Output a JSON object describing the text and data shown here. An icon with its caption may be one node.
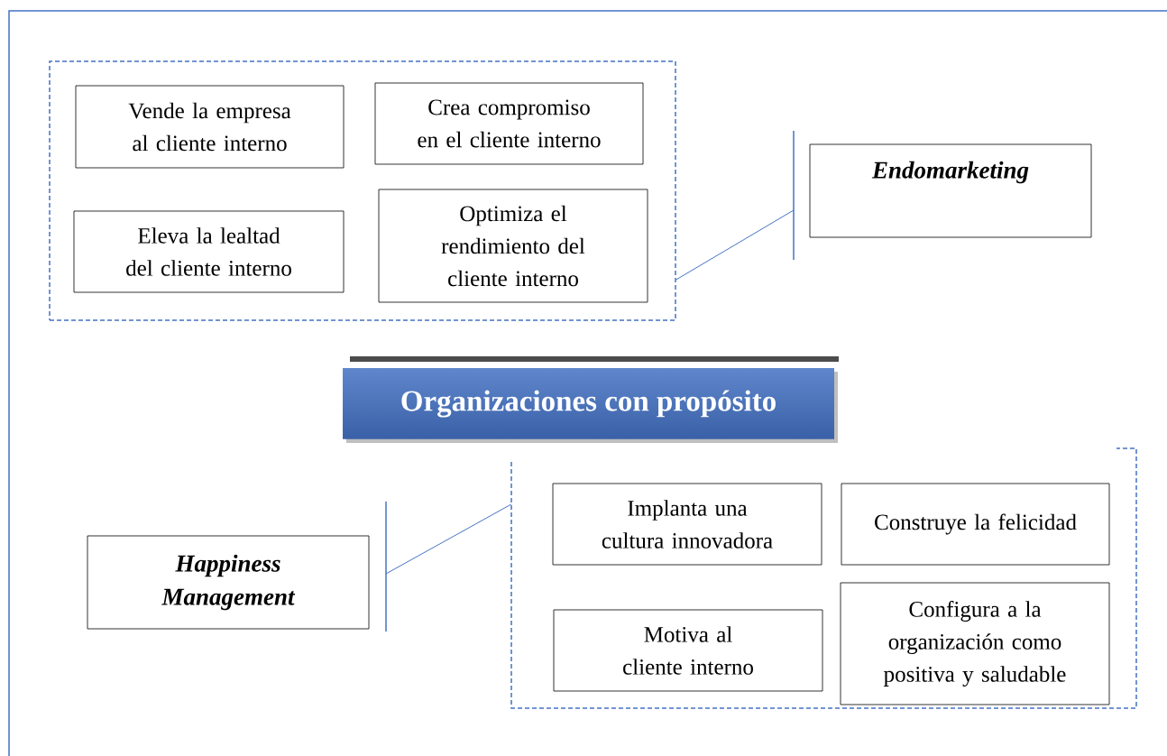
{
  "diagram": {
    "nodes": [
      {
        "text": [],
        "shape": "box"
      },
      {
        "text": [
          "Vende la empresa al cliente interno"
        ],
        "in": 0
      },
      {
        "text": [
          "Crea compromiso en el cliente interno"
        ],
        "in": 0
      },
      {
        "text": [
          "Eleva la lealtad del cliente interno"
        ],
        "in": 0
      },
      {
        "text": [
          "Optimiza el rendimiento del cliente interno"
        ],
        "in": 0
      },
      {
        "text": [],
        "shape": "bar"
      },
      {
        "text": [
          "Endomarketing"
        ]
      },
      {
        "text": [
          "Organizaciones con propósito"
        ]
      },
      {
        "text": [],
        "shape": "box"
      },
      {
        "text": [
          "Implanta una cultura innovadora"
        ],
        "in": 8
      },
      {
        "text": [
          "Construye la felicidad"
        ],
        "in": 8
      },
      {
        "text": [
          "Motiva al cliente interno"
        ],
        "in": 8
      },
      {
        "text": [
          "Configura a la organización como positiva y saludable"
        ],
        "in": 8
      },
      {
        "text": [],
        "shape": "bar"
      },
      {
        "text": [
          "Happiness Management"
        ]
      }
    ],
    "edges": [
      {
        "from": 0,
        "to": 5,
        "arrow": "none"
      },
      {
        "from": 8,
        "to": 13,
        "arrow": "none"
      }
    ]
  }
}
